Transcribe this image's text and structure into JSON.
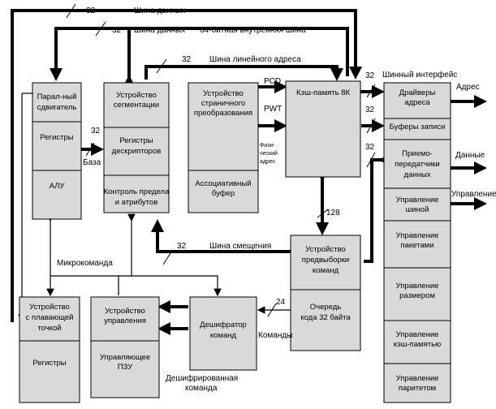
{
  "bus": {
    "data_top": "Шина данных",
    "data_second": "Шина данных",
    "internal64": "64-битная внутренняя шина",
    "linear_address": "Шина линейного адреса",
    "displacement": "Шина смещения",
    "interface": "Шинный интерфейс"
  },
  "widths": {
    "w32_top": "32",
    "w32_second": "32",
    "w32_linear": "32",
    "w32_base": "32",
    "w32_cache_to_bus": "32",
    "w32_write_buf": "32",
    "w32_transceivers": "32",
    "w32_displacement": "32",
    "w128": "128",
    "w24": "24"
  },
  "blocks": {
    "shifter": "Парал-ный сдвигатель",
    "shifter_line1": "Парал-ный",
    "shifter_line2": "сдвигатель",
    "registers": "Регистры",
    "alu": "АЛУ",
    "segmentation_line1": "Устройство",
    "segmentation_line2": "сегментации",
    "descriptors_line1": "Регистры",
    "descriptors_line2": "дескрипторов",
    "limit_line1": "Контроль предела",
    "limit_line2": "и атрибутов",
    "paging_line1": "Устройство",
    "paging_line2": "страничного",
    "paging_line3": "преобразования",
    "tlb_line1": "Ассоциативный",
    "tlb_line2": "буфер",
    "cache": "Кэш-память 8К",
    "address_drivers_line1": "Драйверы",
    "address_drivers_line2": "адреса",
    "write_buffers": "Буферы записи",
    "transceivers_line1": "Приемо-",
    "transceivers_line2": "передатчики",
    "transceivers_line3": "данных",
    "bus_control_line1": "Управление",
    "bus_control_line2": "шиной",
    "packet_control_line1": "Управление",
    "packet_control_line2": "пакетами",
    "size_control_line1": "Управление",
    "size_control_line2": "размером",
    "cache_control_line1": "Управление",
    "cache_control_line2": "кэш-памятью",
    "parity_control_line1": "Управление",
    "parity_control_line2": "паритетом",
    "prefetch_line1": "Устройство",
    "prefetch_line2": "предвыборки",
    "prefetch_line3": "команд",
    "queue_line1": "Очередь",
    "queue_line2": "кода 32 байта",
    "fpu_line1": "Устройство",
    "fpu_line2": "с плавающей",
    "fpu_line3": "точкой",
    "fpu_registers": "Регистры",
    "control_unit_line1": "Устройство",
    "control_unit_line2": "управления",
    "rom_line1": "Управляющее",
    "rom_line2": "ПЗУ",
    "decoder_line1": "Дешифратор",
    "decoder_line2": "команд"
  },
  "labels": {
    "pcd": "PCD",
    "pwt": "PWT",
    "physical_line1": "Физи-",
    "physical_line2": "ческий",
    "physical_line3": "адрес",
    "base": "База",
    "microcommand": "Микрокоманда",
    "commands": "Команды",
    "decoded_line1": "Дешифрированная",
    "decoded_line2": "команда",
    "address": "Адрес",
    "data": "Данные",
    "control": "Управление"
  }
}
